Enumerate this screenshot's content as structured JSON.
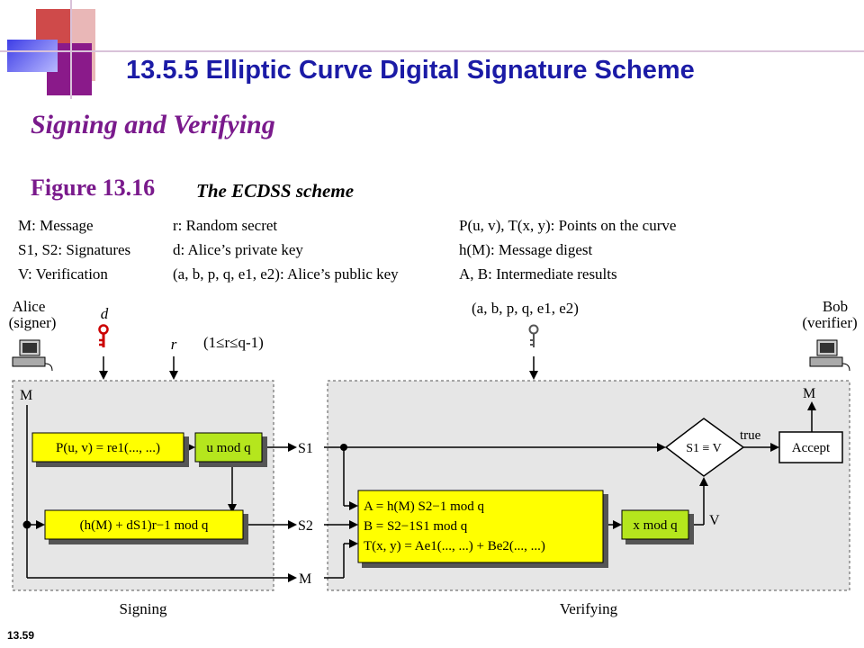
{
  "title": "13.5.5  Elliptic Curve Digital Signature Scheme",
  "subtitle": "Signing and Verifying",
  "figure": {
    "number": "Figure 13.16",
    "caption": "The ECDSS scheme"
  },
  "legend": {
    "col1": [
      "M: Message",
      "S1, S2: Signatures",
      "V: Verification"
    ],
    "col2": [
      "r: Random secret",
      "d: Alice’s private key",
      "(a, b, p, q, e1, e2): Alice’s public key"
    ],
    "col3": [
      "P(u, v), T(x, y): Points on the curve",
      "h(M): Message digest",
      "A, B: Intermediate results"
    ]
  },
  "labels": {
    "alice": "Alice",
    "alice_role": "(signer)",
    "bob": "Bob",
    "bob_role": "(verifier)",
    "d": "d",
    "r": "r",
    "r_range": "(1≤r≤q-1)",
    "public_key": "(a, b, p, q, e1, e2)",
    "M_in": "M",
    "M_out": "M",
    "M_mid": "M",
    "S1": "S1",
    "S2": "S2",
    "true": "true",
    "V": "V",
    "signing": "Signing",
    "verifying": "Verifying"
  },
  "boxes": {
    "p_uv": "P(u, v) = re1(..., ...)",
    "u_mod_q": "u mod q",
    "s2_calc": "(h(M) + dS1)r−1 mod q",
    "verify_line1": "A = h(M) S2−1 mod q",
    "verify_line2": "B = S2−1S1 mod q",
    "verify_line3": "T(x, y) = Ae1(..., ...) + Be2(..., ...)",
    "x_mod_q": "x mod q",
    "compare": "S1 ≡ V",
    "accept": "Accept"
  },
  "slide_number": "13.59",
  "colors": {
    "title": "#1b1ba6",
    "subtitle": "#7a1a8c",
    "box_yellow": "#ffff00",
    "box_green": "#b5e61d",
    "panel_gray": "#e6e6e6",
    "key_red": "#cc0000"
  }
}
